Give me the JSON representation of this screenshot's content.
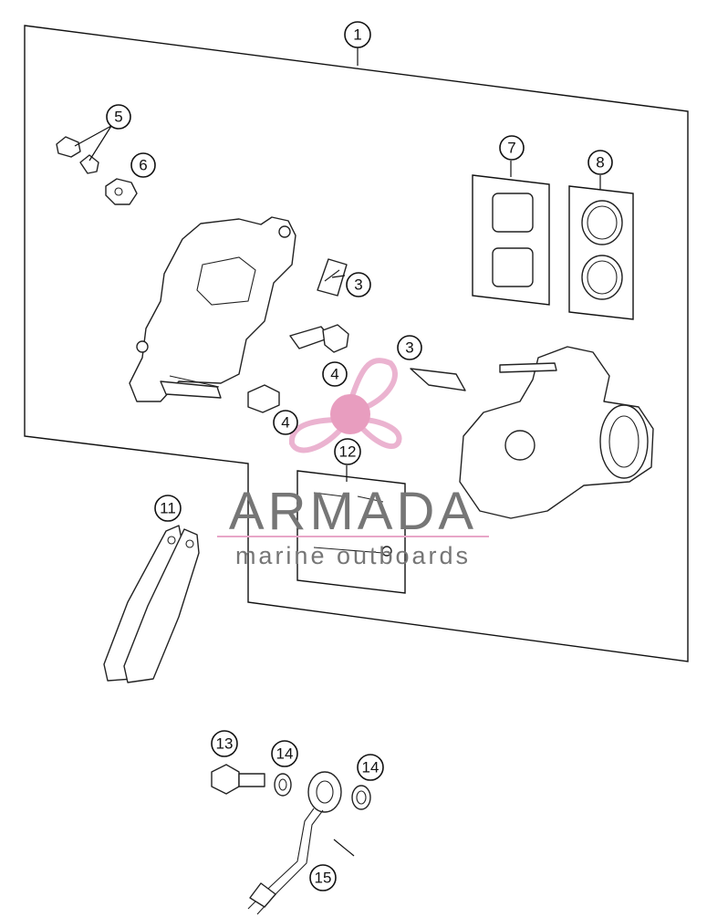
{
  "diagram": {
    "callouts": [
      {
        "id": "c1",
        "label": "1"
      },
      {
        "id": "c5",
        "label": "5"
      },
      {
        "id": "c6",
        "label": "6"
      },
      {
        "id": "c7",
        "label": "7"
      },
      {
        "id": "c8",
        "label": "8"
      },
      {
        "id": "c3a",
        "label": "3"
      },
      {
        "id": "c3b",
        "label": "3"
      },
      {
        "id": "c4a",
        "label": "4"
      },
      {
        "id": "c4b",
        "label": "4"
      },
      {
        "id": "c12",
        "label": "12"
      },
      {
        "id": "c11",
        "label": "11"
      },
      {
        "id": "c13",
        "label": "13"
      },
      {
        "id": "c14a",
        "label": "14"
      },
      {
        "id": "c14b",
        "label": "14"
      },
      {
        "id": "c15",
        "label": "15"
      }
    ]
  },
  "watermark": {
    "title": "ARMADA",
    "subtitle": "marine outboards",
    "logo": "armada-propeller-logo",
    "colors": {
      "brand_pink": "#e8a6c8",
      "hub_pink": "#e58cb4",
      "text_gray": "#767676"
    }
  }
}
